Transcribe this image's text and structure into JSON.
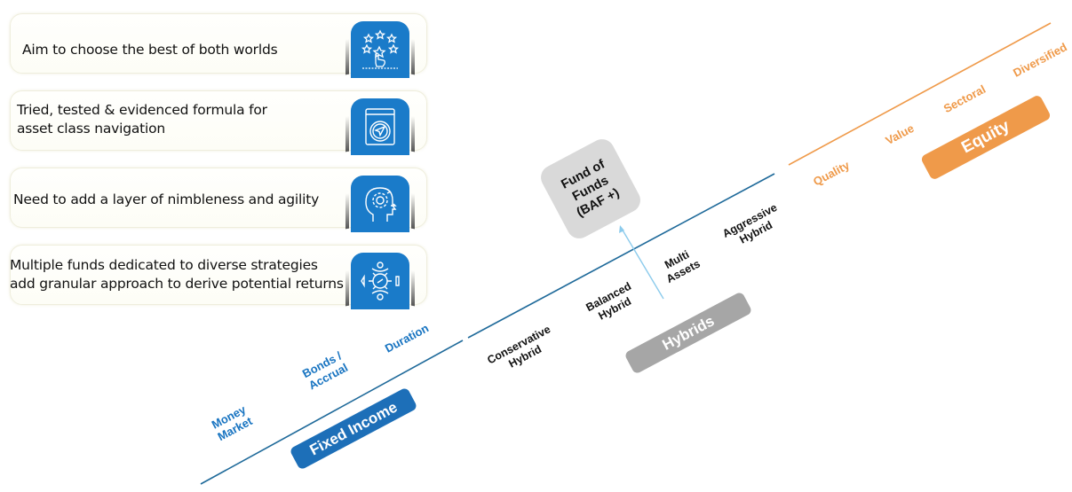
{
  "benefits": [
    {
      "text": "Aim to choose the best of both worlds",
      "icon": "stars-rating-hand-icon"
    },
    {
      "text_line1": "Tried, tested & evidenced formula for",
      "text_line2": "asset class navigation",
      "icon": "browser-navigation-compass-icon"
    },
    {
      "text": "Need to add a layer of nimbleness and agility",
      "icon": "head-gear-agility-icon"
    },
    {
      "text_line1": "Multiple funds dedicated to diverse strategies",
      "text_line2": "add granular approach to derive potential returns",
      "icon": "strategy-network-icon"
    }
  ],
  "spectrum": {
    "fixed_income": {
      "label": "Fixed Income",
      "color": "#1d6fb8",
      "items": [
        {
          "line1": "Money",
          "line2": "Market"
        },
        {
          "line1": "Bonds /",
          "line2": "Accrual"
        },
        {
          "line1": "Duration",
          "line2": ""
        }
      ]
    },
    "hybrids": {
      "label": "Hybrids",
      "color": "#a6a6a6",
      "items": [
        {
          "line1": "Conservative",
          "line2": "Hybrid"
        },
        {
          "line1": "Balanced",
          "line2": "Hybrid"
        },
        {
          "line1": "Multi",
          "line2": "Assets"
        },
        {
          "line1": "Aggressive",
          "line2": "Hybrid"
        }
      ]
    },
    "fund_of_funds": {
      "line1": "Fund of",
      "line2": "Funds",
      "line3": "(BAF +)"
    },
    "equity": {
      "label": "Equity",
      "color": "#ef9a4a",
      "items": [
        "Quality",
        "Value",
        "Sectoral",
        "Diversified"
      ]
    }
  },
  "colors": {
    "icon_bg": "#1a7bc9",
    "line_blue": "#1f6a9a",
    "label_blue": "#1874c1",
    "orange": "#ef9a4a",
    "arrow": "#8ccbec",
    "fof_bg": "#d9d9d9"
  }
}
